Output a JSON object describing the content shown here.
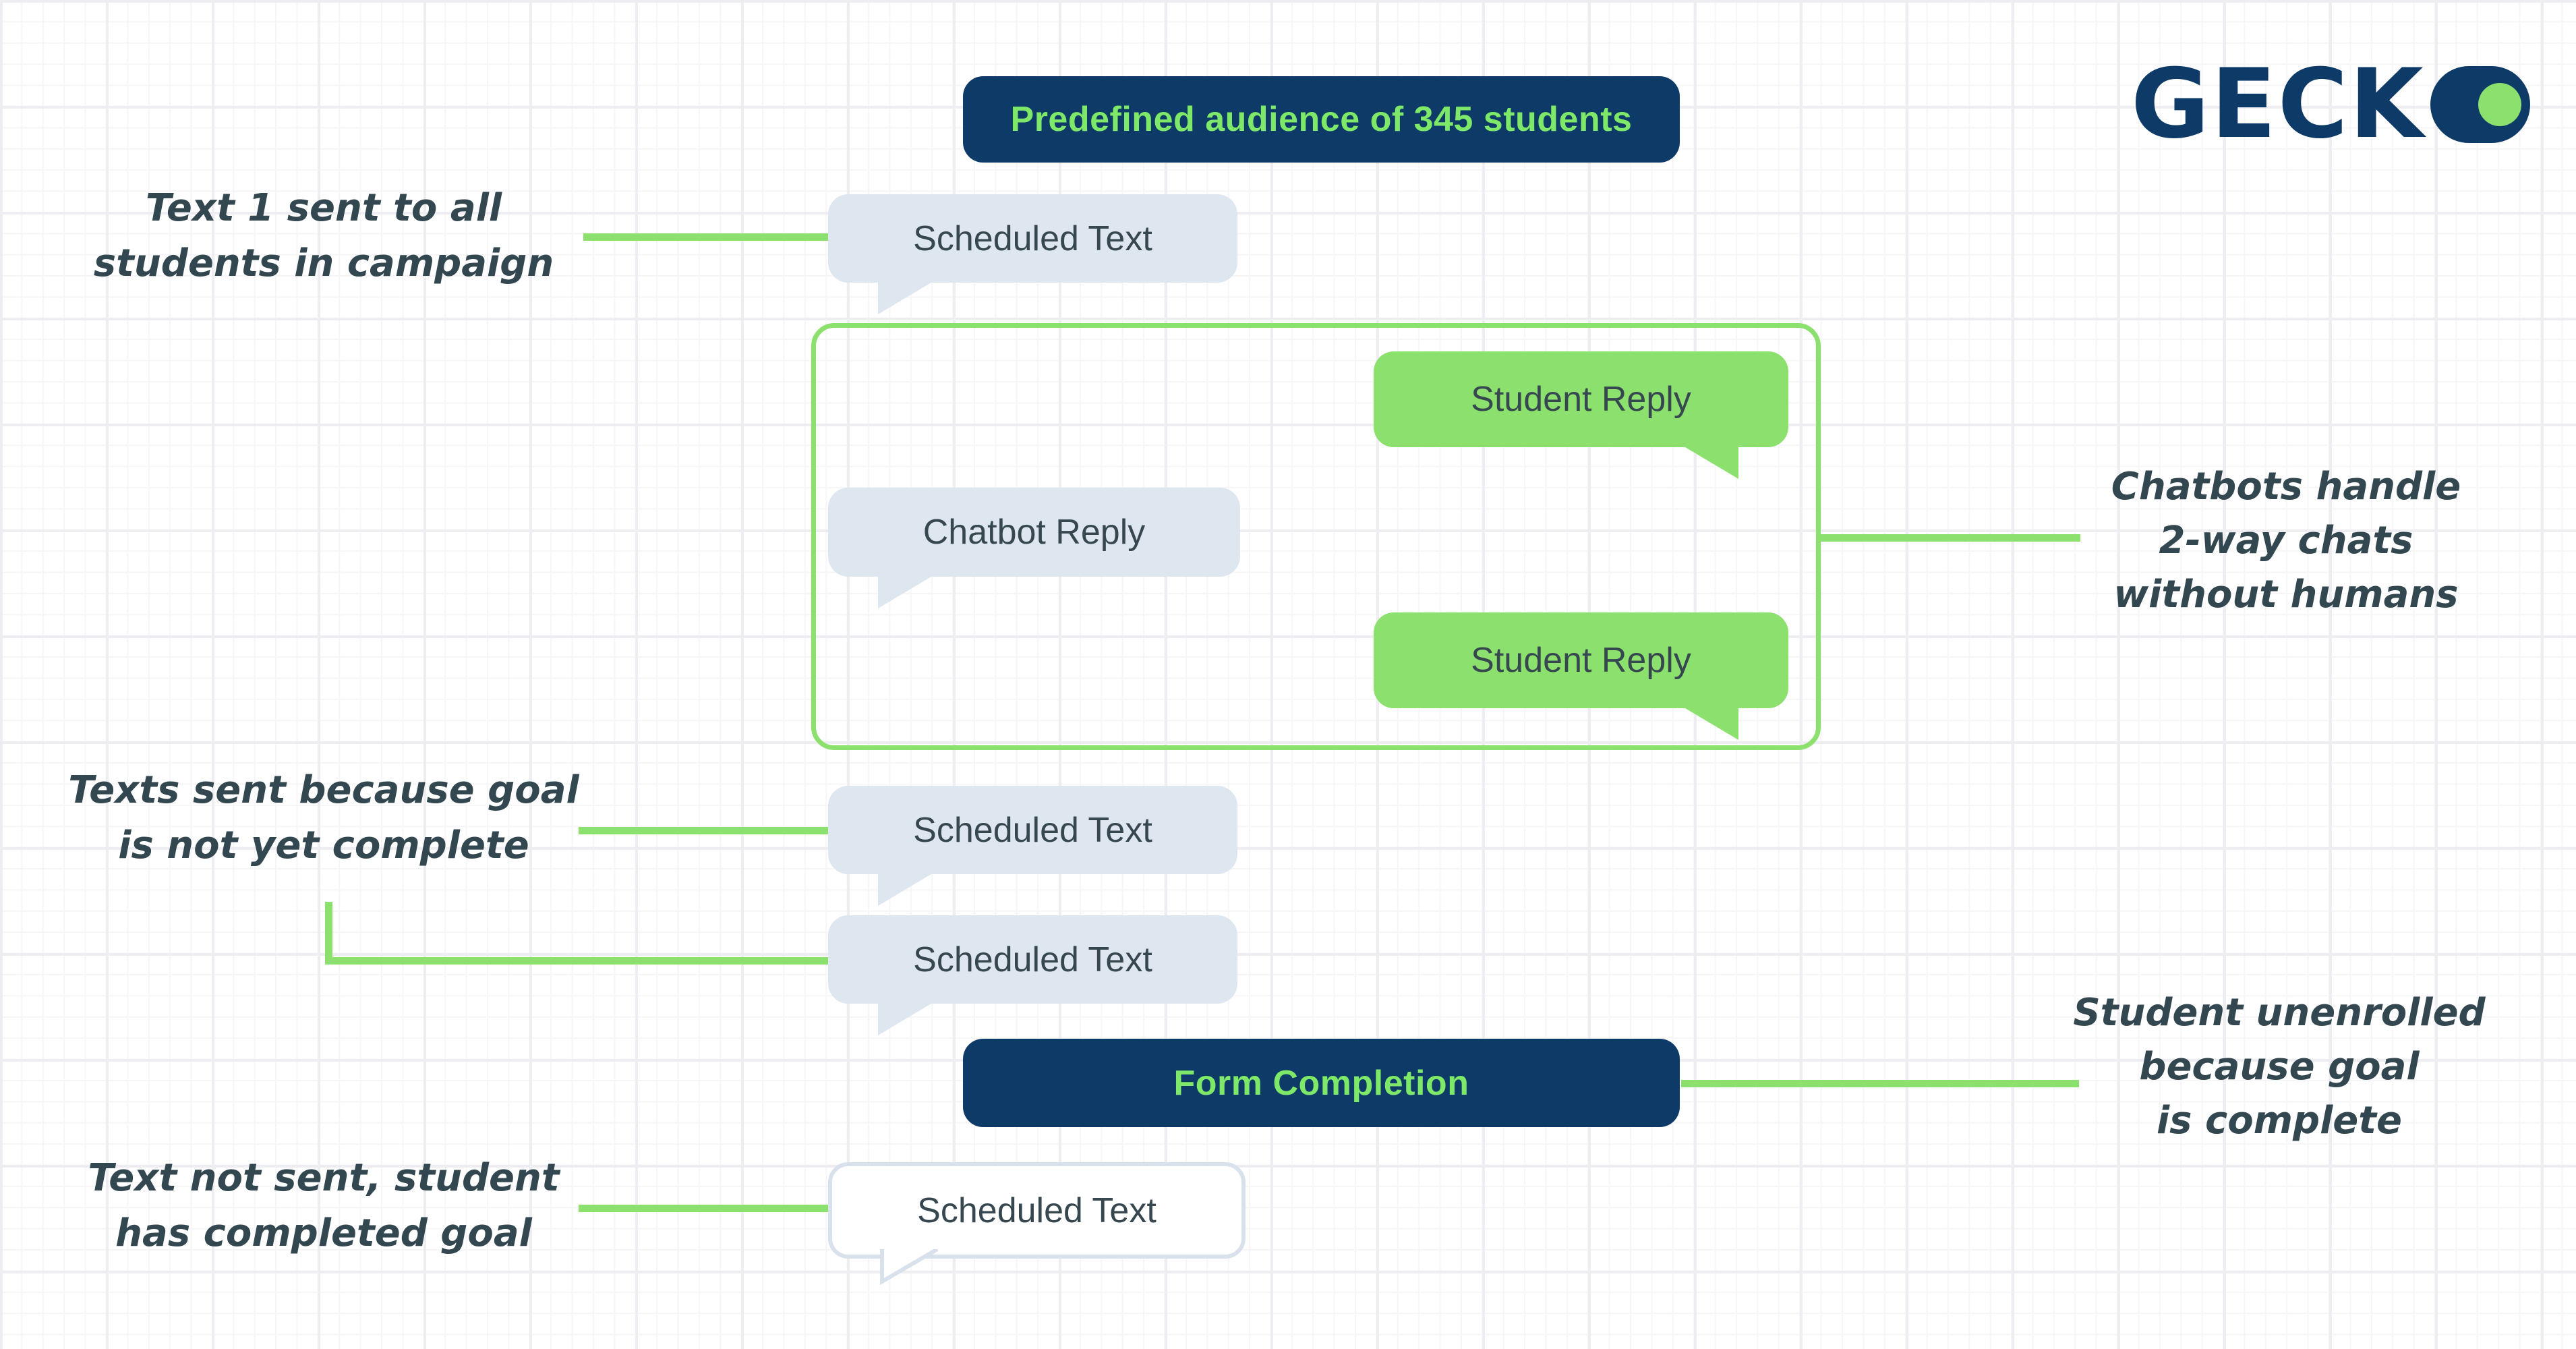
{
  "logo": {
    "text": "GECK"
  },
  "colors": {
    "navy": "#0e3a68",
    "green": "#8ce06d",
    "pill_text_green": "#7ee868",
    "bubble_gray": "#dee6ef",
    "bubble_outline_border": "#d9e2ec",
    "text_dark": "#36474f",
    "annotation_text": "#334750"
  },
  "flow": {
    "audience_pill": "Predefined audience of 345 students",
    "scheduled_text_1": "Scheduled Text",
    "student_reply_1": "Student Reply",
    "chatbot_reply": "Chatbot Reply",
    "student_reply_2": "Student Reply",
    "scheduled_text_2": "Scheduled Text",
    "scheduled_text_3": "Scheduled Text",
    "form_completion": "Form Completion",
    "scheduled_text_4": "Scheduled Text"
  },
  "annotations": {
    "left_1": {
      "line1": "Text 1 sent to all",
      "line2": "students in campaign"
    },
    "left_2": {
      "line1": "Texts sent because goal",
      "line2": "is not yet complete"
    },
    "left_3": {
      "line1": "Text not sent, student",
      "line2": "has completed goal"
    },
    "right_1": {
      "line1": "Chatbots handle",
      "line2": "2-way chats",
      "line3": "without humans"
    },
    "right_2": {
      "line1": "Student unenrolled",
      "line2": "because goal",
      "line3": "is complete"
    }
  }
}
